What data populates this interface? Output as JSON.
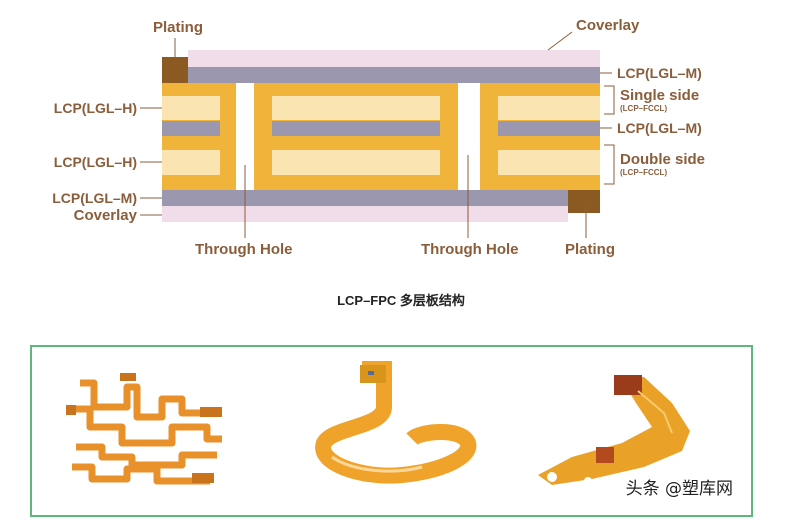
{
  "labels": {
    "plating_top": "Plating",
    "coverlay_top": "Coverlay",
    "lcp_m_1": "LCP(LGL–M)",
    "single_side": "Single side",
    "single_side_sub": "(LCP–FCCL)",
    "lcp_m_2": "LCP(LGL–M)",
    "double_side": "Double side",
    "double_side_sub": "(LCP–FCCL)",
    "lcp_h_1": "LCP(LGL–H)",
    "lcp_h_2": "LCP(LGL–H)",
    "lcp_m_left": "LCP(LGL–M)",
    "coverlay_left": "Coverlay",
    "through_hole_1": "Through Hole",
    "through_hole_2": "Through Hole",
    "plating_bottom": "Plating"
  },
  "caption": "LCP–FPC 多层板结构",
  "watermark": "头条 @塑库网",
  "colors": {
    "coverlay": "#f1dcea",
    "grey": "#9a97ae",
    "orange": "#f1b43a",
    "cream": "#f9e4b2",
    "plating": "#8a5a22",
    "label": "#8a5d3b",
    "frame": "#5db87a"
  }
}
